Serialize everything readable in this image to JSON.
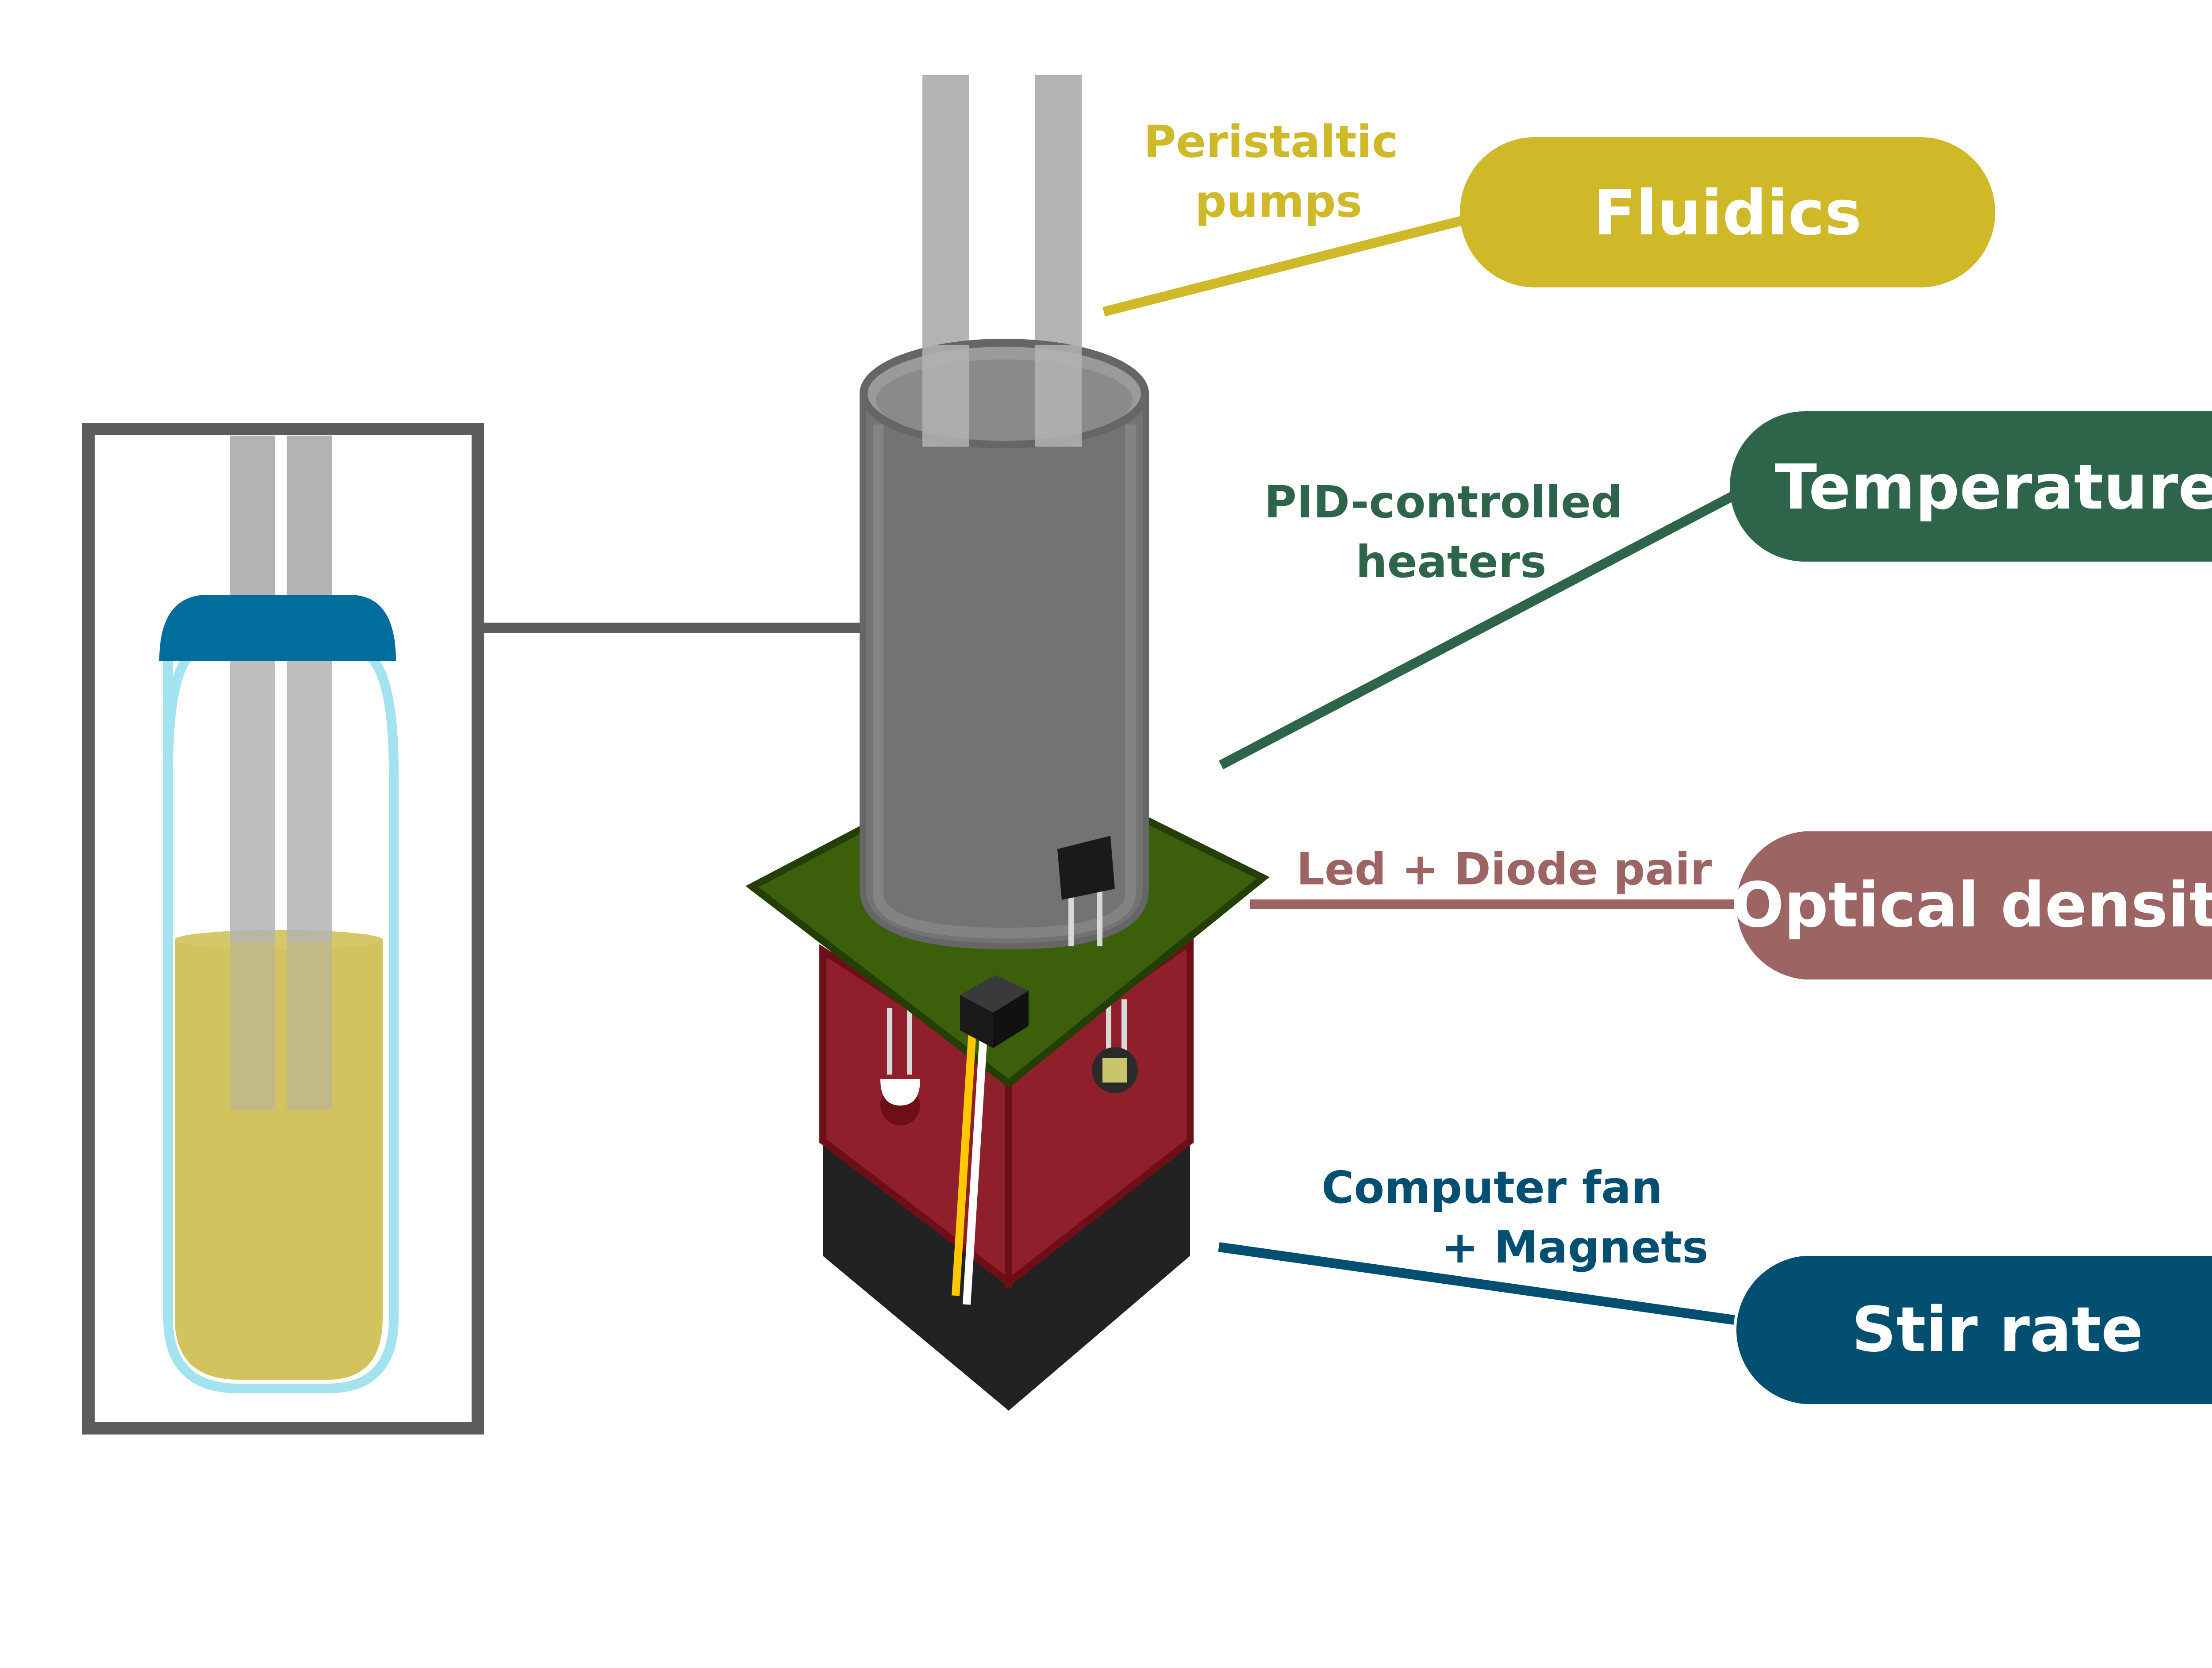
{
  "colors": {
    "fluidics": "#cfb928",
    "temperature": "#2e654a",
    "optical_density": "#9c6462",
    "stir_rate": "#034f72",
    "vial_cap": "#006d9c",
    "vial_glass": "#a3e2ef",
    "culture_liquid": "#d2c35f",
    "sleeve": "#737373",
    "board_green": "#3b5f0b",
    "housing_red": "#8e1f2b",
    "base_black": "#222222",
    "tubing": "#b3b3b3"
  },
  "labels": {
    "fluidics": {
      "annotation_lines": [
        "Peristaltic",
        "pumps"
      ],
      "pill": "Fluidics"
    },
    "temperature": {
      "annotation_lines": [
        "PID-controlled",
        "heaters"
      ],
      "pill": "Temperature"
    },
    "optical_density": {
      "annotation_lines": [
        "Led + Diode pair"
      ],
      "pill": "Optical density"
    },
    "stir_rate": {
      "annotation_lines": [
        "Computer fan",
        "+ Magnets"
      ],
      "pill": "Stir rate"
    }
  },
  "icons": {
    "vial_inset": "culture-vial-icon",
    "sleeve": "heater-sleeve-icon",
    "board": "circuit-board-icon",
    "led": "led-icon",
    "photodiode": "photodiode-icon",
    "thermistor": "thermistor-icon",
    "base": "fan-base-icon"
  }
}
